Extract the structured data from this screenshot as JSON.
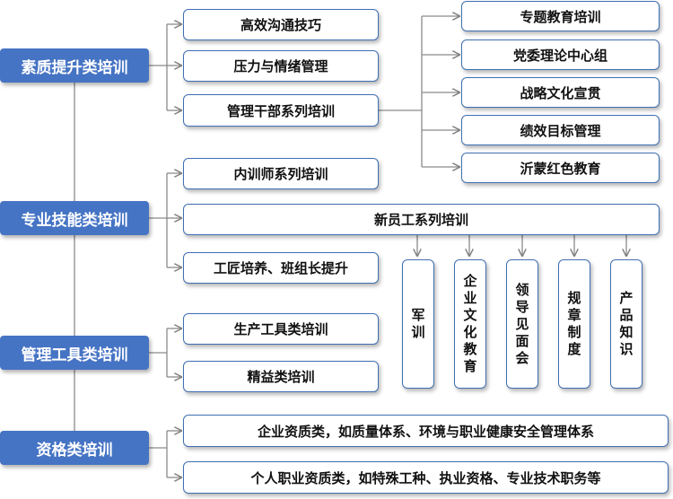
{
  "categories": [
    {
      "label": "素质提升类培训"
    },
    {
      "label": "专业技能类培训"
    },
    {
      "label": "管理工具类培训"
    },
    {
      "label": "资格类培训"
    }
  ],
  "quality": {
    "items": [
      "高效沟通技巧",
      "压力与情绪管理",
      "管理干部系列培训"
    ],
    "cadre_sub": [
      "专题教育培训",
      "党委理论中心组",
      "战略文化宣贯",
      "绩效目标管理",
      "沂蒙红色教育"
    ]
  },
  "skill": {
    "items": [
      "内训师系列培训",
      "新员工系列培训",
      "工匠培养、班组长提升"
    ],
    "newstaff_sub": [
      "军训",
      "企业文化教育",
      "领导见面会",
      "规章制度",
      "产品知识"
    ]
  },
  "tools": {
    "items": [
      "生产工具类培训",
      "精益类培训"
    ]
  },
  "qualification": {
    "items": [
      "企业资质类，如质量体系、环境与职业健康安全管理体系",
      "个人职业资质类，如特殊工种、执业资格、专业技术职务等"
    ]
  },
  "colors": {
    "category_fill": "#4674c4",
    "box_border": "#3f6fb2",
    "connector": "#7f7f7f"
  }
}
